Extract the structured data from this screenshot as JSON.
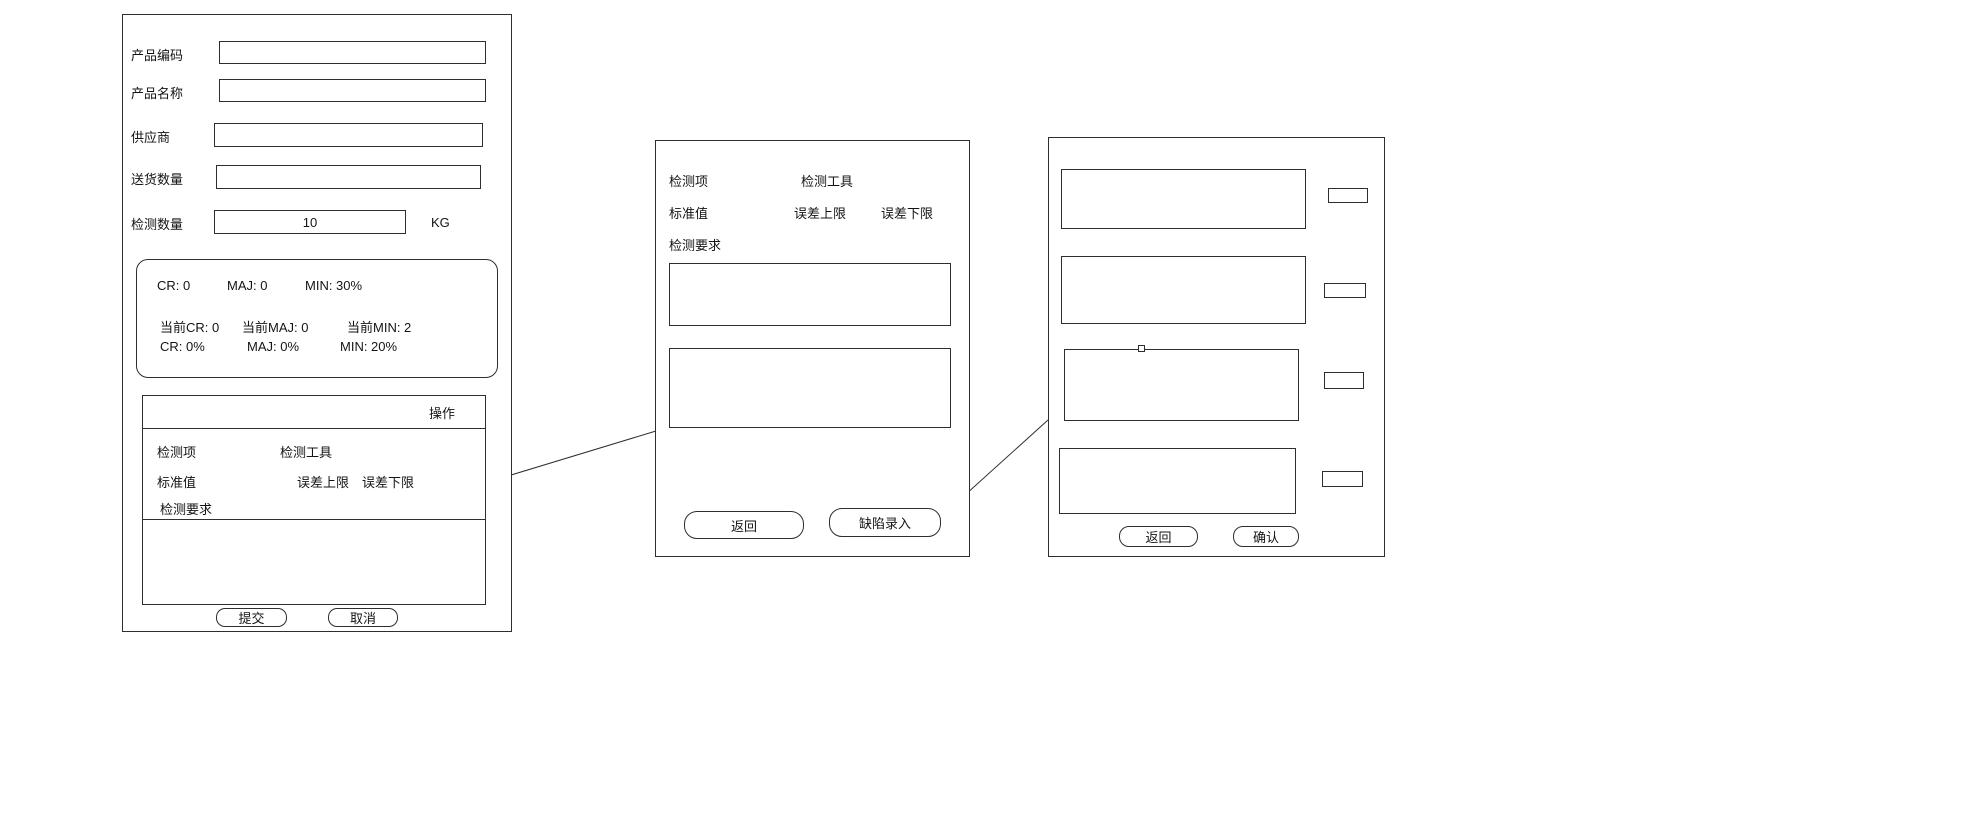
{
  "panel1": {
    "fields": {
      "product_code_label": "产品编码",
      "product_name_label": "产品名称",
      "supplier_label": "供应商",
      "delivery_qty_label": "送货数量",
      "inspect_qty_label": "检测数量",
      "inspect_qty_value": "10",
      "inspect_qty_unit": "KG"
    },
    "stats": {
      "row1": [
        "CR: 0",
        "MAJ: 0",
        "MIN: 30%"
      ],
      "row2": [
        "当前CR: 0",
        "当前MAJ: 0",
        "当前MIN: 2"
      ],
      "row3": [
        "CR: 0%",
        "MAJ: 0%",
        "MIN: 20%"
      ]
    },
    "table": {
      "operation_header": "操作",
      "item_label": "检测项",
      "tool_label": "检测工具",
      "standard_label": "标准值",
      "upper_limit_label": "误差上限",
      "lower_limit_label": "误差下限",
      "requirement_label": "检测要求"
    },
    "buttons": {
      "submit": "提交",
      "cancel": "取消"
    }
  },
  "panel2": {
    "labels": {
      "item": "检测项",
      "tool": "检测工具",
      "standard": "标准值",
      "upper_limit": "误差上限",
      "lower_limit": "误差下限",
      "requirement": "检测要求"
    },
    "buttons": {
      "back": "返回",
      "defect_entry": "缺陷录入"
    }
  },
  "panel3": {
    "buttons": {
      "back": "返回",
      "confirm": "确认"
    }
  }
}
